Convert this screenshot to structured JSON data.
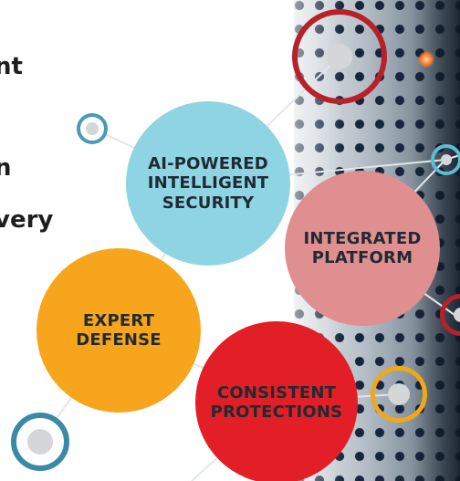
{
  "side_text": {
    "line1": "nt",
    "line2": "n",
    "line3": "very"
  },
  "bubbles": {
    "ai_security": {
      "label": "AI-POWERED\nINTELLIGENT\nSECURITY",
      "color": "#8fd4e3",
      "text_color": "#1f2a33"
    },
    "integrated_platform": {
      "label": "INTEGRATED\nPLATFORM",
      "color": "#df8f8f",
      "text_color": "#1f2a33"
    },
    "expert_defense": {
      "label": "EXPERT\nDEFENSE",
      "color": "#f6a51c",
      "text_color": "#1f2a33"
    },
    "consistent_protections": {
      "label": "CONSISTENT\nPROTECTIONS",
      "color": "#e21f26",
      "text_color": "#1f2a33"
    }
  },
  "rings": {
    "top_right": {
      "color": "#b8202a"
    },
    "small_left": {
      "color": "#4a9ab5"
    },
    "bottom_left": {
      "color": "#3a8aa6"
    },
    "bottom_right": {
      "color": "#f0a818"
    },
    "right_edge_cyan": {
      "color": "#5cbcd6"
    },
    "right_edge_red": {
      "color": "#b8202a"
    }
  },
  "line_color": "#e2e6ea"
}
